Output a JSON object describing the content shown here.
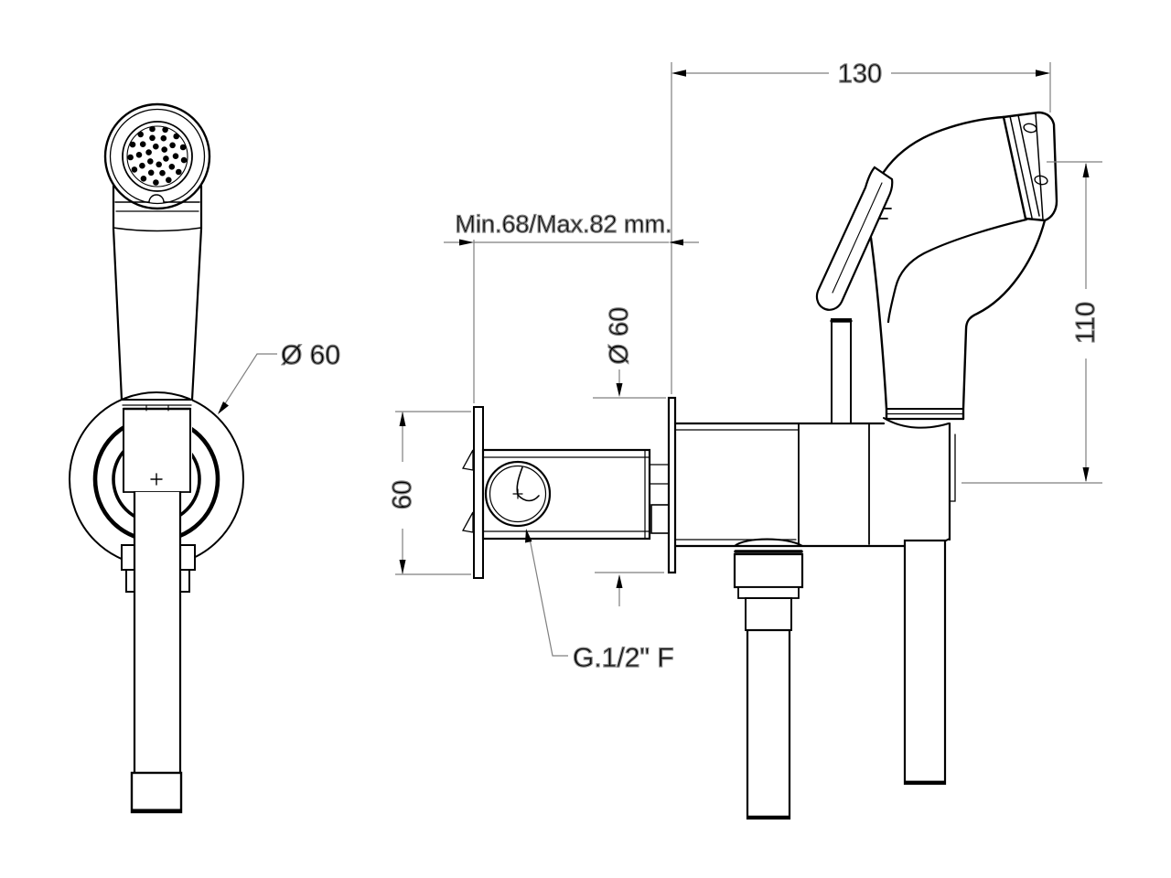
{
  "drawing": {
    "labels": {
      "top_width": "130",
      "install_depth": "Min.68/Max.82 mm.",
      "escutcheon_diameter": "Ø 60",
      "flange_diameter": "Ø 60",
      "valve_height": "60",
      "head_height": "110",
      "connection": "G.1/2\" F"
    },
    "colors": {
      "line": "#000000",
      "dimension_line": "#7f7f7f",
      "background": "#ffffff"
    }
  }
}
